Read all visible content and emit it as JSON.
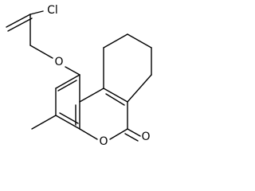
{
  "atoms": {
    "chlorine": "Cl",
    "ether_oxygen": "O",
    "ring_oxygen": "O",
    "carbonyl_oxygen": "O"
  },
  "colors": {
    "bond": "#000000",
    "label": "#000000",
    "background": "#ffffff"
  }
}
